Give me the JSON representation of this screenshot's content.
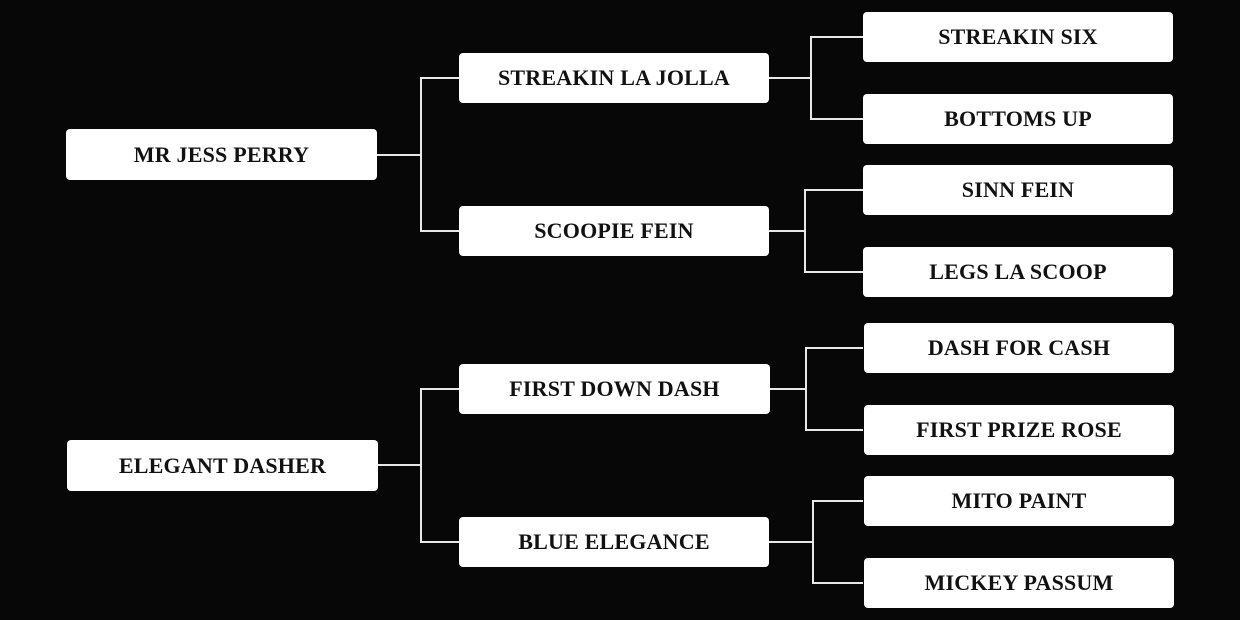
{
  "pedigree": {
    "sire": {
      "name": "MR JESS PERRY",
      "sire": {
        "name": "STREAKIN LA JOLLA",
        "sire": "STREAKIN SIX",
        "dam": "BOTTOMS UP"
      },
      "dam": {
        "name": "SCOOPIE FEIN",
        "sire": "SINN FEIN",
        "dam": "LEGS LA SCOOP"
      }
    },
    "dam": {
      "name": "ELEGANT DASHER",
      "sire": {
        "name": "FIRST DOWN DASH",
        "sire": "DASH FOR CASH",
        "dam": "FIRST PRIZE ROSE"
      },
      "dam": {
        "name": "BLUE ELEGANCE",
        "sire": "MITO PAINT",
        "dam": "MICKEY PASSUM"
      }
    }
  }
}
